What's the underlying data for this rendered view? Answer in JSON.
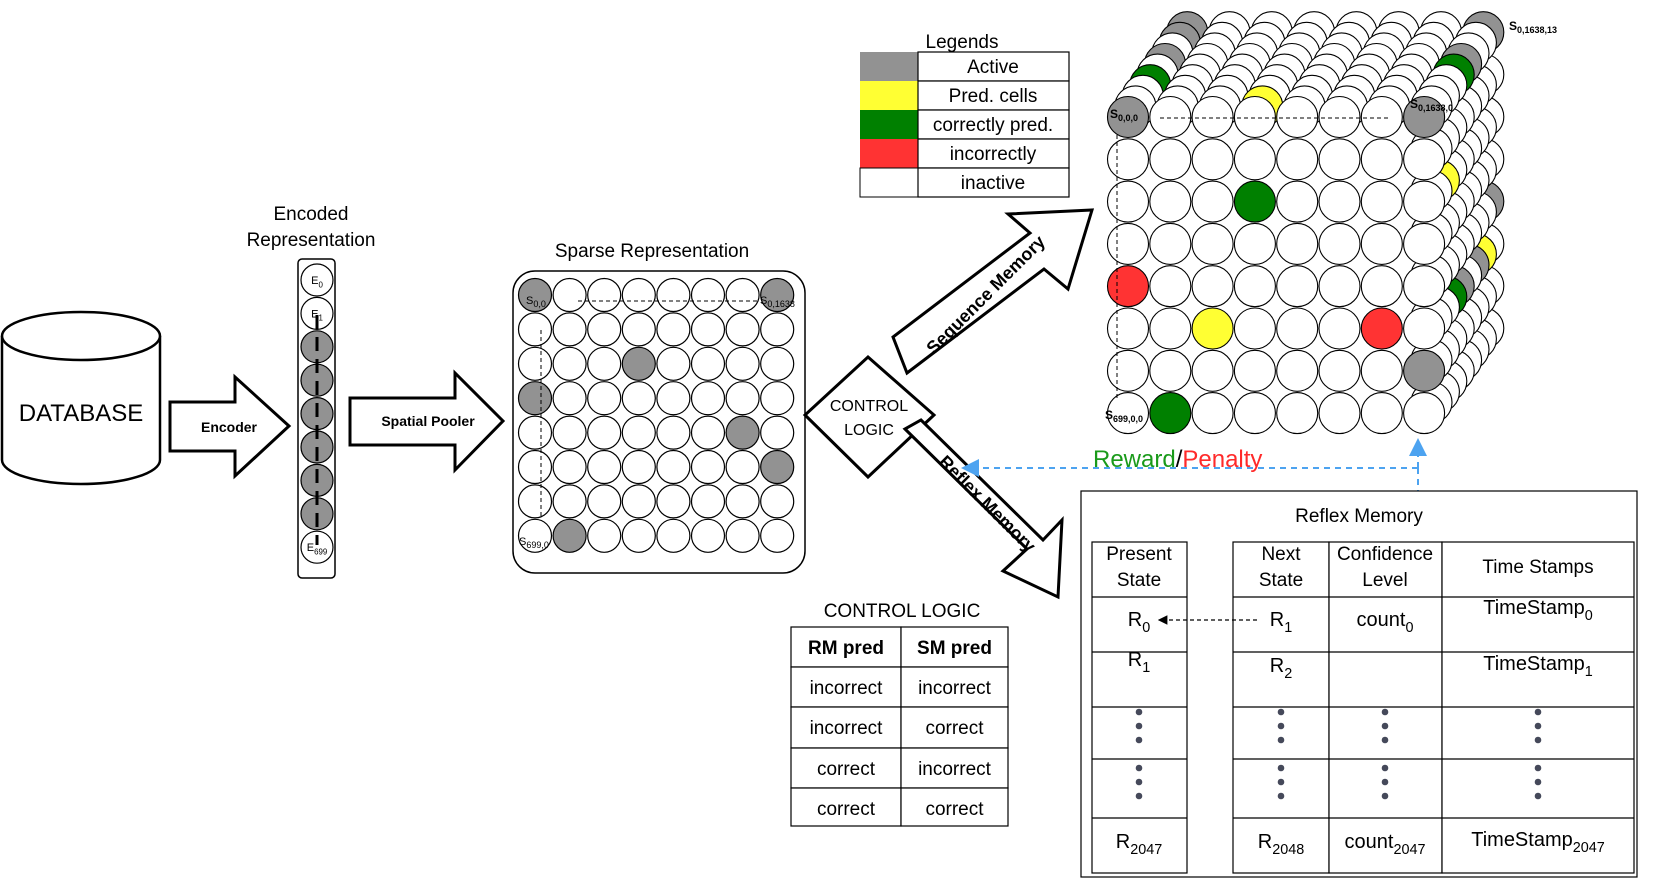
{
  "database": {
    "label": "DATABASE"
  },
  "encoder": {
    "arrow_label": "Encoder"
  },
  "encoded": {
    "title_line1": "Encoded",
    "title_line2": "Representation",
    "cells": [
      {
        "base": "E",
        "sub": "0",
        "state": "inactive"
      },
      {
        "base": "E",
        "sub": "1",
        "state": "inactive"
      },
      {
        "base": "",
        "sub": "",
        "state": "active"
      },
      {
        "base": "",
        "sub": "",
        "state": "active"
      },
      {
        "base": "",
        "sub": "",
        "state": "active"
      },
      {
        "base": "",
        "sub": "",
        "state": "active"
      },
      {
        "base": "",
        "sub": "",
        "state": "active"
      },
      {
        "base": "",
        "sub": "",
        "state": "active"
      },
      {
        "base": "E",
        "sub": "699",
        "state": "inactive"
      }
    ]
  },
  "spatial_pooler": {
    "arrow_label": "Spatial Pooler"
  },
  "sparse": {
    "title": "Sparse Representation",
    "corner_top_left": {
      "base": "S",
      "sub": "0,0"
    },
    "corner_top_right": {
      "base": "S",
      "sub": "0,1638"
    },
    "corner_bottom_left": {
      "base": "S",
      "sub": "699,0"
    },
    "rows": 8,
    "cols": 8,
    "active_cells": [
      [
        0,
        0
      ],
      [
        0,
        7
      ],
      [
        2,
        3
      ],
      [
        3,
        0
      ],
      [
        4,
        6
      ],
      [
        5,
        7
      ],
      [
        7,
        1
      ]
    ]
  },
  "control_logic": {
    "diamond_line1": "CONTROL",
    "diamond_line2": "LOGIC",
    "table_title": "CONTROL LOGIC",
    "headers": [
      "RM pred",
      "SM pred"
    ],
    "rows": [
      [
        "incorrect",
        "incorrect"
      ],
      [
        "incorrect",
        "correct"
      ],
      [
        "correct",
        "incorrect"
      ],
      [
        "correct",
        "correct"
      ]
    ]
  },
  "sequence_memory": {
    "arrow_label": "Sequence Memory"
  },
  "reflex_arrow": {
    "arrow_label": "Reflex Memory"
  },
  "legends": {
    "title": "Legends",
    "items": [
      {
        "label": "Active",
        "color": "#929292"
      },
      {
        "label": "Pred. cells",
        "color": "#ffff33"
      },
      {
        "label": "correctly pred.",
        "color": "#008000"
      },
      {
        "label": "incorrectly",
        "color": "#ff3333"
      },
      {
        "label": "inactive",
        "color": "#ffffff"
      }
    ]
  },
  "cube": {
    "label_front_top_left": {
      "base": "S",
      "sub": "0,0,0"
    },
    "label_front_top_right": {
      "base": "S",
      "sub": "0,1638,0"
    },
    "label_back_top_right": {
      "base": "S",
      "sub": "0,1638,13"
    },
    "label_front_bottom_left": {
      "base": "S",
      "sub": "699,0,0"
    },
    "front_rows": 8,
    "front_cols": 8,
    "depth": 9,
    "colored_front": [
      {
        "row": 0,
        "col": 0,
        "state": "active"
      },
      {
        "row": 2,
        "col": 3,
        "state": "correct"
      },
      {
        "row": 4,
        "col": 0,
        "state": "incorrect"
      },
      {
        "row": 5,
        "col": 2,
        "state": "predicted"
      },
      {
        "row": 5,
        "col": 6,
        "state": "incorrect"
      },
      {
        "row": 7,
        "col": 1,
        "state": "correct"
      },
      {
        "row": 6,
        "col": 7,
        "state": "active"
      },
      {
        "row": 0,
        "col": 7,
        "state": "active"
      }
    ]
  },
  "feedback": {
    "reward": "Reward",
    "slash": "/",
    "penalty": "Penalty",
    "reward_color": "#1a9a1a",
    "penalty_color": "#ff2a2a"
  },
  "reflex_memory": {
    "title": "Reflex Memory",
    "col_present_line1": "Present",
    "col_present_line2": "State",
    "col_next_line1": "Next",
    "col_next_line2": "State",
    "col_conf_line1": "Confidence",
    "col_conf_line2": "Level",
    "col_time": "Time Stamps",
    "present": [
      {
        "base": "R",
        "sub": "0"
      },
      {
        "base": "R",
        "sub": "1"
      },
      {
        "base": "R",
        "sub": "2047"
      }
    ],
    "next": [
      {
        "base": "R",
        "sub": "1"
      },
      {
        "base": "R",
        "sub": "2"
      },
      {
        "base": "R",
        "sub": "2048"
      }
    ],
    "confidence": [
      {
        "base": "count",
        "sub": "0"
      },
      {
        "base": "count",
        "sub": "2047"
      }
    ],
    "timestamps": [
      {
        "base": "TimeStamp",
        "sub": "0"
      },
      {
        "base": "TimeStamp",
        "sub": "1"
      },
      {
        "base": "TimeStamp",
        "sub": "2047"
      }
    ]
  }
}
